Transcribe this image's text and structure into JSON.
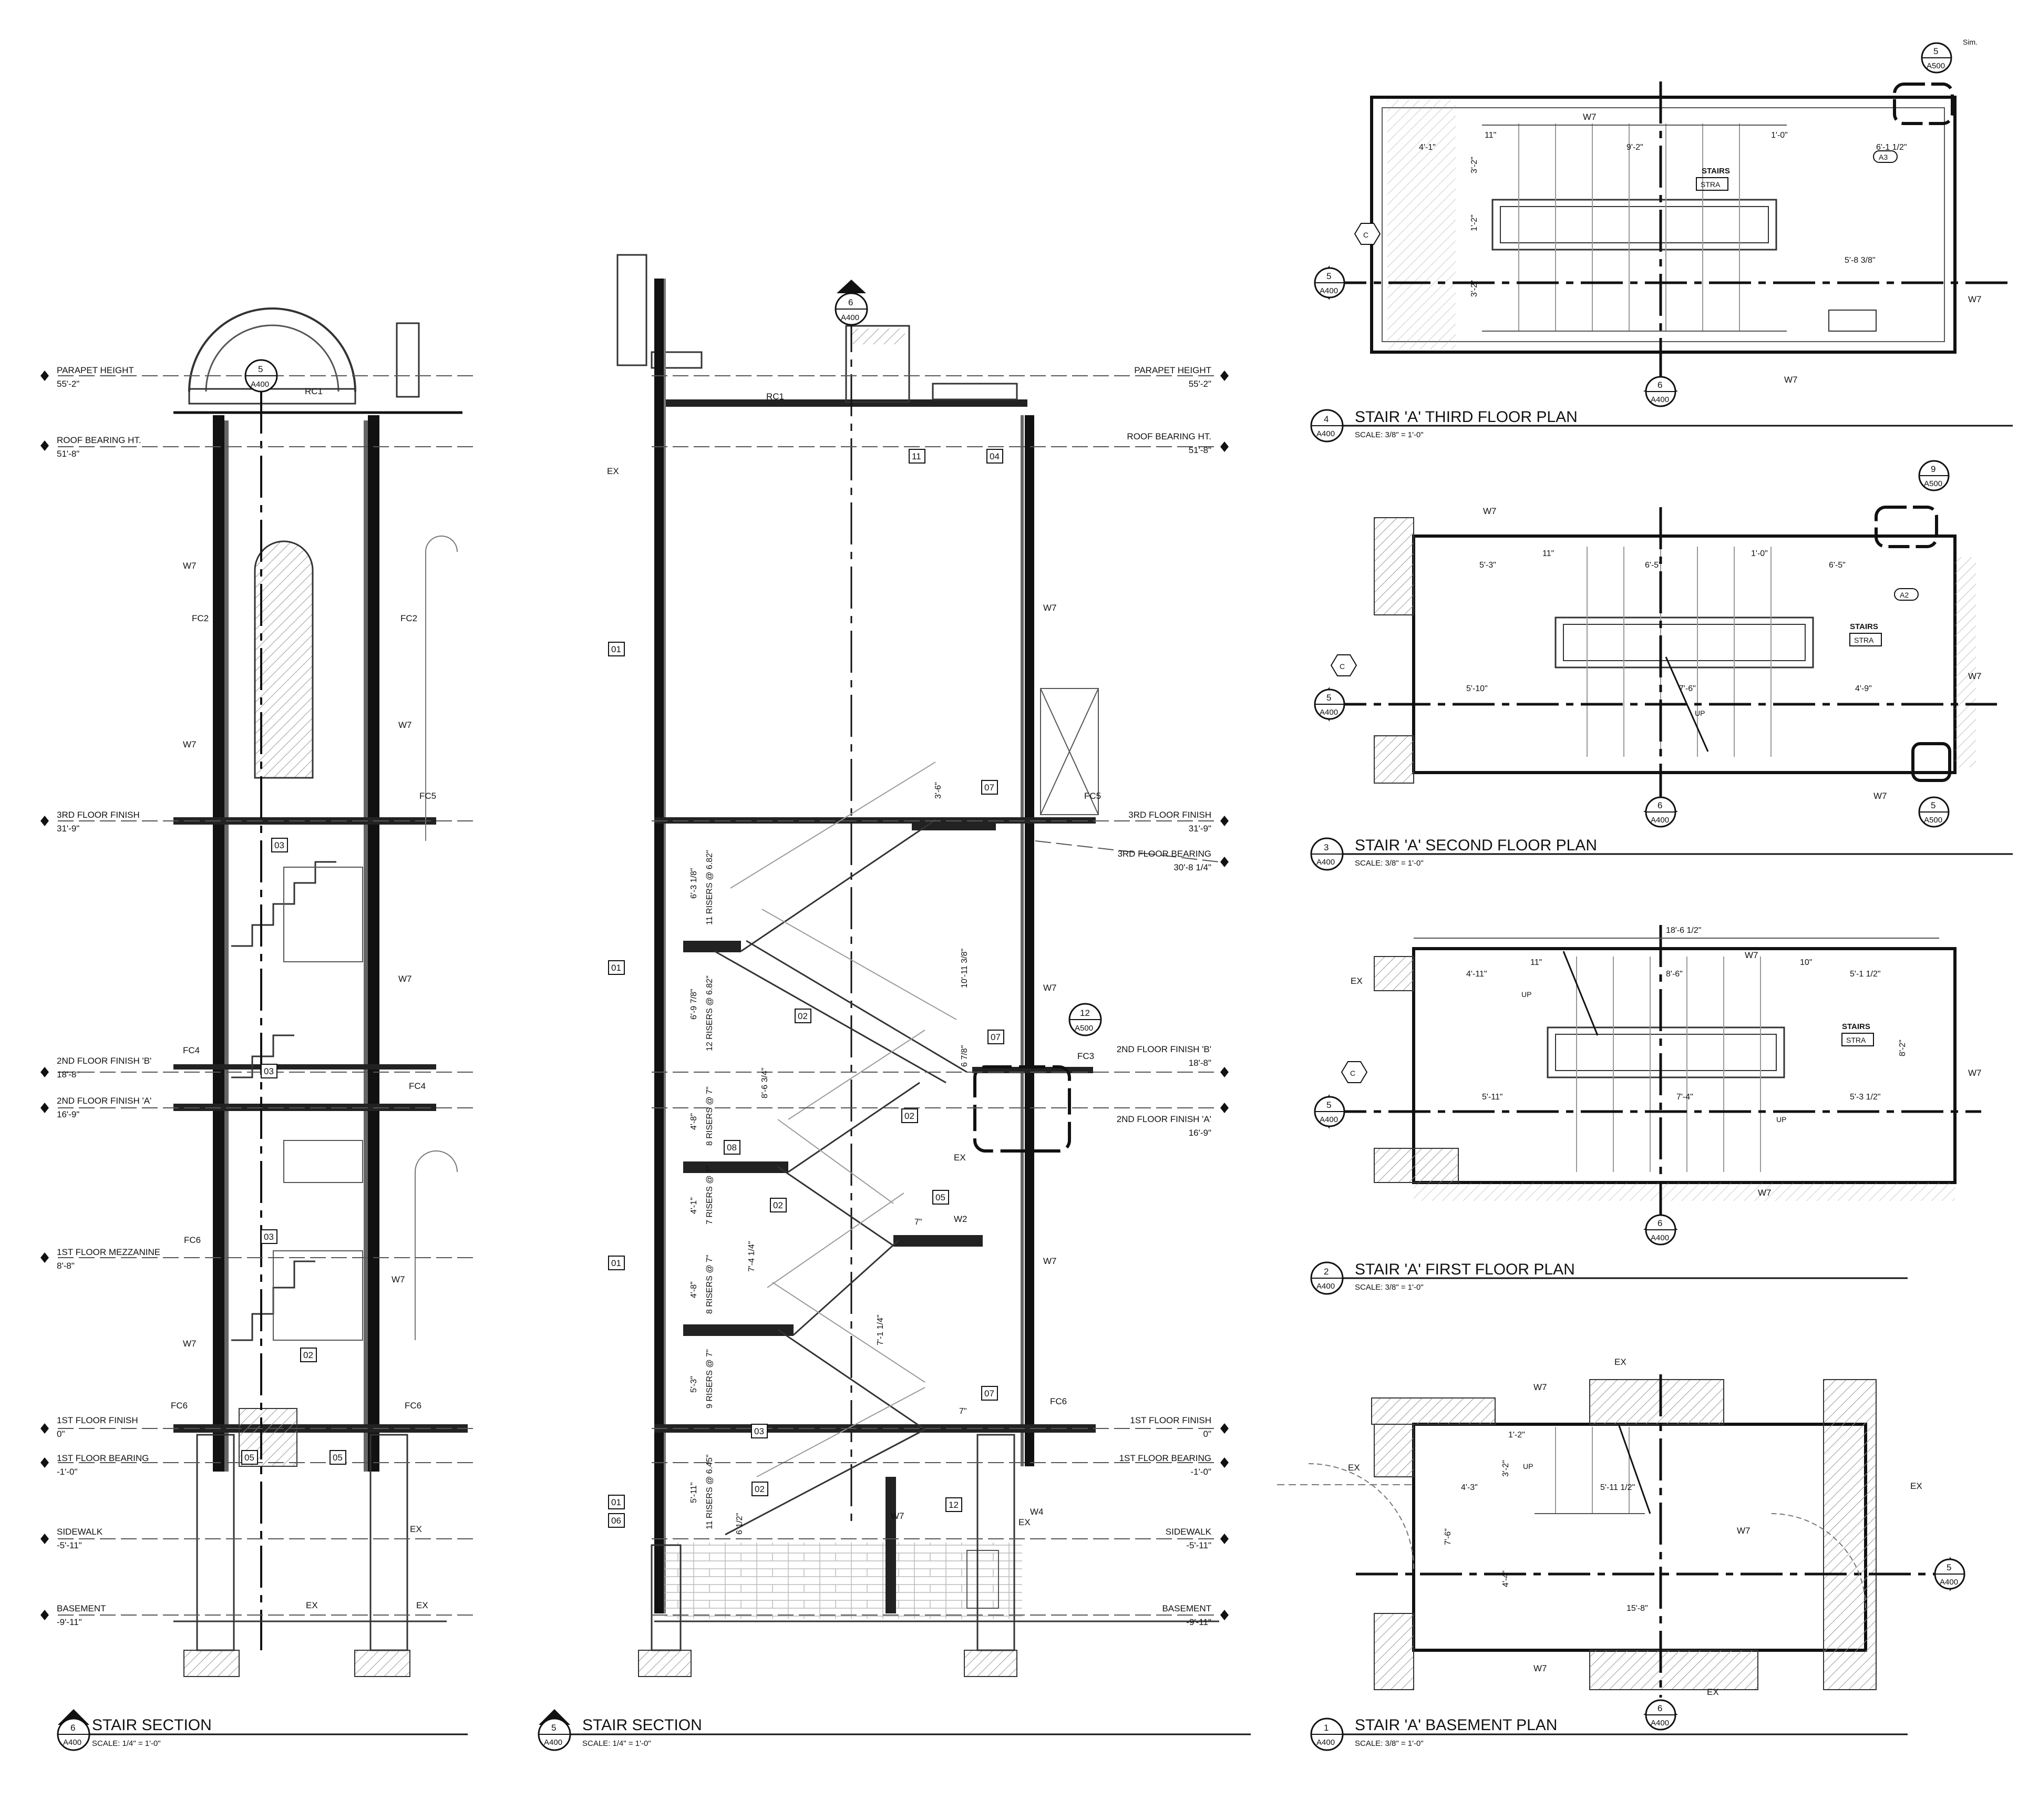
{
  "views": [
    {
      "id": "v6",
      "title": "STAIR SECTION",
      "scale": "SCALE: 1/4\" = 1'-0\"",
      "detail_number": "6",
      "sheet": "A400"
    },
    {
      "id": "v5",
      "title": "STAIR SECTION",
      "scale": "SCALE: 1/4\" = 1'-0\"",
      "detail_number": "5",
      "sheet": "A400"
    },
    {
      "id": "v4",
      "title": "STAIR 'A' THIRD FLOOR PLAN",
      "scale": "SCALE: 3/8\" = 1'-0\"",
      "detail_number": "4",
      "sheet": "A400"
    },
    {
      "id": "v3",
      "title": "STAIR 'A' SECOND FLOOR PLAN",
      "scale": "SCALE: 3/8\" = 1'-0\"",
      "detail_number": "3",
      "sheet": "A400"
    },
    {
      "id": "v2",
      "title": "STAIR 'A' FIRST FLOOR PLAN",
      "scale": "SCALE: 3/8\" = 1'-0\"",
      "detail_number": "2",
      "sheet": "A400"
    },
    {
      "id": "v1",
      "title": "STAIR 'A' BASEMENT PLAN",
      "scale": "SCALE: 3/8\" = 1'-0\"",
      "detail_number": "1",
      "sheet": "A400"
    }
  ],
  "levels_left": [
    {
      "name": "PARAPET HEIGHT",
      "elev": "55'-2\""
    },
    {
      "name": "ROOF BEARING HT.",
      "elev": "51'-8\""
    },
    {
      "name": "3RD FLOOR FINISH",
      "elev": "31'-9\""
    },
    {
      "name": "2ND FLOOR FINISH 'B'",
      "elev": "18'-8\""
    },
    {
      "name": "2ND FLOOR FINISH 'A'",
      "elev": "16'-9\""
    },
    {
      "name": "1ST FLOOR MEZZANINE",
      "elev": "8'-8\""
    },
    {
      "name": "1ST FLOOR FINISH",
      "elev": "0\""
    },
    {
      "name": "1ST FLOOR BEARING",
      "elev": "-1'-0\""
    },
    {
      "name": "SIDEWALK",
      "elev": "-5'-11\""
    },
    {
      "name": "BASEMENT",
      "elev": "-9'-11\""
    }
  ],
  "levels_right": [
    {
      "name": "PARAPET HEIGHT",
      "elev": "55'-2\""
    },
    {
      "name": "ROOF BEARING HT.",
      "elev": "51'-8\""
    },
    {
      "name": "3RD FLOOR FINISH",
      "elev": "31'-9\""
    },
    {
      "name": "3RD FLOOR BEARING",
      "elev": "30'-8 1/4\""
    },
    {
      "name": "2ND FLOOR FINISH 'B'",
      "elev": "18'-8\""
    },
    {
      "name": "2ND FLOOR FINISH 'A'",
      "elev": "16'-9\""
    },
    {
      "name": "1ST FLOOR FINISH",
      "elev": "0\""
    },
    {
      "name": "1ST FLOOR BEARING",
      "elev": "-1'-0\""
    },
    {
      "name": "SIDEWALK",
      "elev": "-5'-11\""
    },
    {
      "name": "BASEMENT",
      "elev": "-9'-11\""
    }
  ],
  "sec6": {
    "tags": {
      "fc2a": "FC2",
      "fc2b": "FC2",
      "fc5": "FC5",
      "fc4a": "FC4",
      "fc4b": "FC4",
      "fc6a": "FC6",
      "fc6b": "FC6",
      "fc6c": "FC6",
      "w7a": "W7",
      "w7b": "W7",
      "w7c": "W7",
      "w7d": "W7",
      "w7e": "W7",
      "w7f": "W7",
      "rc1": "RC1",
      "ex1": "EX",
      "ex2": "EX",
      "ex3": "EX"
    },
    "keynotes": {
      "k03a": "03",
      "k03b": "03",
      "k03c": "03",
      "k02": "02",
      "k05a": "05",
      "k05b": "05"
    },
    "callout": {
      "num": "5",
      "sheet": "A400"
    }
  },
  "sec5": {
    "tags": {
      "ex1": "EX",
      "ex2": "EX",
      "ex3": "EX",
      "rc1": "RC1",
      "w7a": "W7",
      "w7b": "W7",
      "w7c": "W7",
      "w7d": "W7",
      "w2": "W2",
      "w4": "W4",
      "fc5": "FC5",
      "fc3": "FC3",
      "fc6": "FC6"
    },
    "keynotes": {
      "k01a": "01",
      "k01b": "01",
      "k01c": "01",
      "k01d": "01",
      "k02a": "02",
      "k02b": "02",
      "k02c": "02",
      "k02d": "02",
      "k03": "03",
      "k04": "04",
      "k05": "05",
      "k06": "06",
      "k07a": "07",
      "k07b": "07",
      "k07c": "07",
      "k08": "08",
      "k11": "11",
      "k12": "12"
    },
    "dims": {
      "d1": "11 RISERS @ 6.82\"",
      "d1h": "6'-3 1/8\"",
      "d2": "12 RISERS @ 6.82\"",
      "d2h": "6'-9 7/8\"",
      "d3": "8 RISERS @ 7\"",
      "d3h": "4'-8\"",
      "d4": "7 RISERS @ 7\"",
      "d4h": "4'-1\"",
      "d5": "8 RISERS @ 7\"",
      "d5h": "4'-8\"",
      "d6": "9 RISERS @ 7\"",
      "d6h": "5'-3\"",
      "d7": "11 RISERS @ 6.45\"",
      "d7h": "5'-11\"",
      "rail1": "3'-6\"",
      "mid1": "10'-11 3/8\"",
      "mid2": "8'-6 3/4\"",
      "mid3": "7'-4 1/4\"",
      "mid4": "7'-1 1/4\"",
      "r1": "6 7/8\"",
      "r2": "7\"",
      "r3": "7\"",
      "r4": "6 1/2\""
    },
    "callout_top": {
      "num": "6",
      "sheet": "A400"
    },
    "callout_detail": {
      "num": "12",
      "sheet": "A500"
    }
  },
  "plan4": {
    "tags": {
      "w7a": "W7",
      "w7b": "W7",
      "w7c": "W7",
      "room": "STAIRS",
      "roomtag": "STRA",
      "door": "A3",
      "sim": "Sim.",
      "grid": "C"
    },
    "dims": {
      "a": "4'-1\"",
      "b": "11\"",
      "c": "9'-2\"",
      "d": "1'-0\"",
      "e": "6'-1 1/2\"",
      "f": "3'-2\"",
      "g": "1'-2\"",
      "h": "3'-2\"",
      "i": "5'-8 3/8\""
    },
    "callouts": [
      {
        "num": "5",
        "sheet": "A500"
      },
      {
        "num": "5",
        "sheet": "A400"
      },
      {
        "num": "6",
        "sheet": "A400"
      }
    ]
  },
  "plan3": {
    "tags": {
      "w7a": "W7",
      "w7b": "W7",
      "w7c": "W7",
      "room": "STAIRS",
      "roomtag": "STRA",
      "door": "A2",
      "up": "UP",
      "grid": "C"
    },
    "dims": {
      "a": "5'-3\"",
      "b": "11\"",
      "c": "6'-5\"",
      "d": "1'-0\"",
      "e": "6'-5\"",
      "f": "5'-10\"",
      "g": "7'-6\"",
      "h": "4'-9\""
    },
    "callouts": [
      {
        "num": "9",
        "sheet": "A500"
      },
      {
        "num": "5",
        "sheet": "A500"
      },
      {
        "num": "5",
        "sheet": "A400"
      },
      {
        "num": "6",
        "sheet": "A400"
      }
    ]
  },
  "plan2": {
    "tags": {
      "w7a": "W7",
      "w7b": "W7",
      "w7c": "W7",
      "ex": "EX",
      "room": "STAIRS",
      "roomtag": "STRA",
      "up1": "UP",
      "up2": "UP",
      "grid": "C"
    },
    "dims": {
      "a": "18'-6 1/2\"",
      "b": "4'-11\"",
      "c": "11\"",
      "d": "8'-6\"",
      "e": "10\"",
      "f": "5'-1 1/2\"",
      "g": "8'-2\"",
      "h": "5'-11\"",
      "i": "7'-4\"",
      "j": "5'-3 1/2\""
    },
    "callouts": [
      {
        "num": "5",
        "sheet": "A400"
      },
      {
        "num": "6",
        "sheet": "A400"
      }
    ]
  },
  "plan1": {
    "tags": {
      "ex1": "EX",
      "ex2": "EX",
      "ex3": "EX",
      "ex4": "EX",
      "w7a": "W7",
      "w7b": "W7",
      "w7c": "W7",
      "up": "UP"
    },
    "dims": {
      "a": "1'-2\"",
      "b": "3'-2\"",
      "c": "4'-3\"",
      "d": "5'-11 1/2\"",
      "e": "7'-6\"",
      "f": "4'-4\"",
      "g": "15'-8\""
    },
    "callouts": [
      {
        "num": "5",
        "sheet": "A400"
      },
      {
        "num": "6",
        "sheet": "A400"
      }
    ]
  }
}
